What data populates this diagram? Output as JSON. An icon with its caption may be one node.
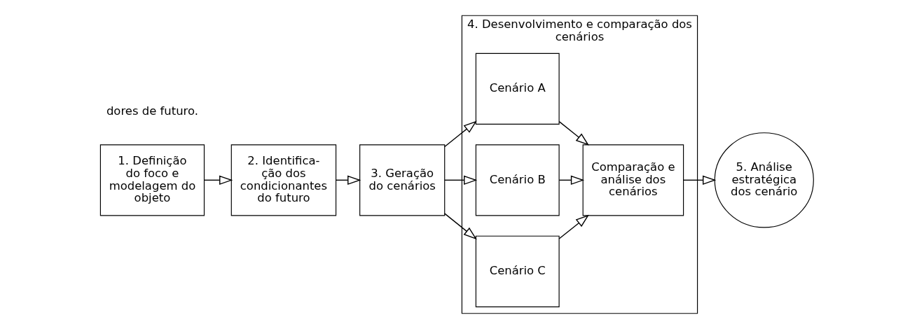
{
  "diagram": {
    "nodes": [
      {
        "text": [
          "1. Definição do foco e modelagem do objeto"
        ]
      },
      {
        "text": [
          "2. Identifica- ção dos condicionantes do futuro"
        ]
      },
      {
        "text": [
          "3. Geração do cenários"
        ]
      },
      {
        "text": [
          "4. Desenvolvimento e comparação dos cenários"
        ]
      },
      {
        "text": [
          "Cenário A"
        ],
        "in": 3
      },
      {
        "text": [
          "Cenário B"
        ],
        "in": 3
      },
      {
        "text": [
          "Cenário C"
        ],
        "in": 3
      },
      {
        "text": [
          "Comparação e análise dos cenários"
        ],
        "in": 3
      },
      {
        "text": [
          "5. Análise estratégica dos cenário"
        ]
      }
    ],
    "edges": [
      {
        "from": 0,
        "to": 1,
        "arrow": "to"
      },
      {
        "from": 1,
        "to": 2,
        "arrow": "to"
      },
      {
        "from": 2,
        "to": 4,
        "arrow": "to"
      },
      {
        "from": 2,
        "to": 5,
        "arrow": "to"
      },
      {
        "from": 2,
        "to": 6,
        "arrow": "to"
      },
      {
        "from": 4,
        "to": 7,
        "arrow": "to"
      },
      {
        "from": 5,
        "to": 7,
        "arrow": "to"
      },
      {
        "from": 6,
        "to": 7,
        "arrow": "to"
      },
      {
        "from": 7,
        "to": 8,
        "arrow": "to"
      }
    ],
    "labels": [
      "dores de futuro."
    ]
  }
}
